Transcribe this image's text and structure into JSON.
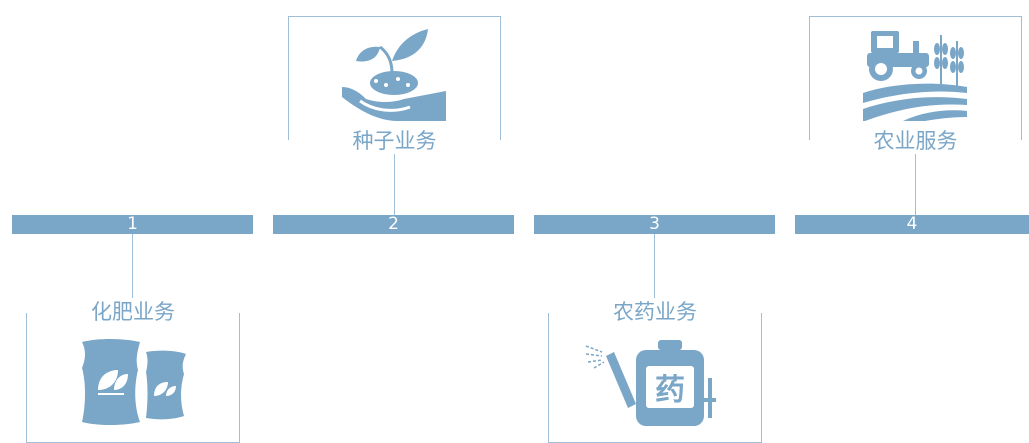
{
  "timeline": {
    "steps": [
      {
        "number": "1"
      },
      {
        "number": "2"
      },
      {
        "number": "3"
      },
      {
        "number": "4"
      }
    ]
  },
  "cards": {
    "fertilizer": {
      "label": "化肥业务",
      "icon": "fertilizer-bag-icon"
    },
    "seed": {
      "label": "种子业务",
      "icon": "seedling-in-hand-icon"
    },
    "pesticide": {
      "label": "农药业务",
      "icon": "sprayer-icon",
      "icon_text": "药"
    },
    "agri_service": {
      "label": "农业服务",
      "icon": "tractor-field-icon"
    }
  },
  "colors": {
    "accent": "#7aa6c8",
    "line": "#9fbfd8",
    "background": "#ffffff"
  }
}
